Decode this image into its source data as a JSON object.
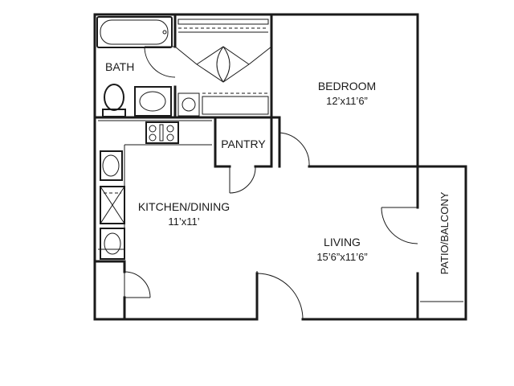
{
  "rooms": {
    "bath": {
      "name": "BATH"
    },
    "bedroom": {
      "name": "BEDROOM",
      "size": "12’x11’6”"
    },
    "pantry": {
      "name": "PANTRY"
    },
    "kitchen": {
      "name": "KITCHEN/DINING",
      "size": "11’x11’"
    },
    "living": {
      "name": "LIVING",
      "size": "15’6”x11’6”"
    },
    "patio": {
      "name": "PATIO/BALCONY"
    }
  }
}
